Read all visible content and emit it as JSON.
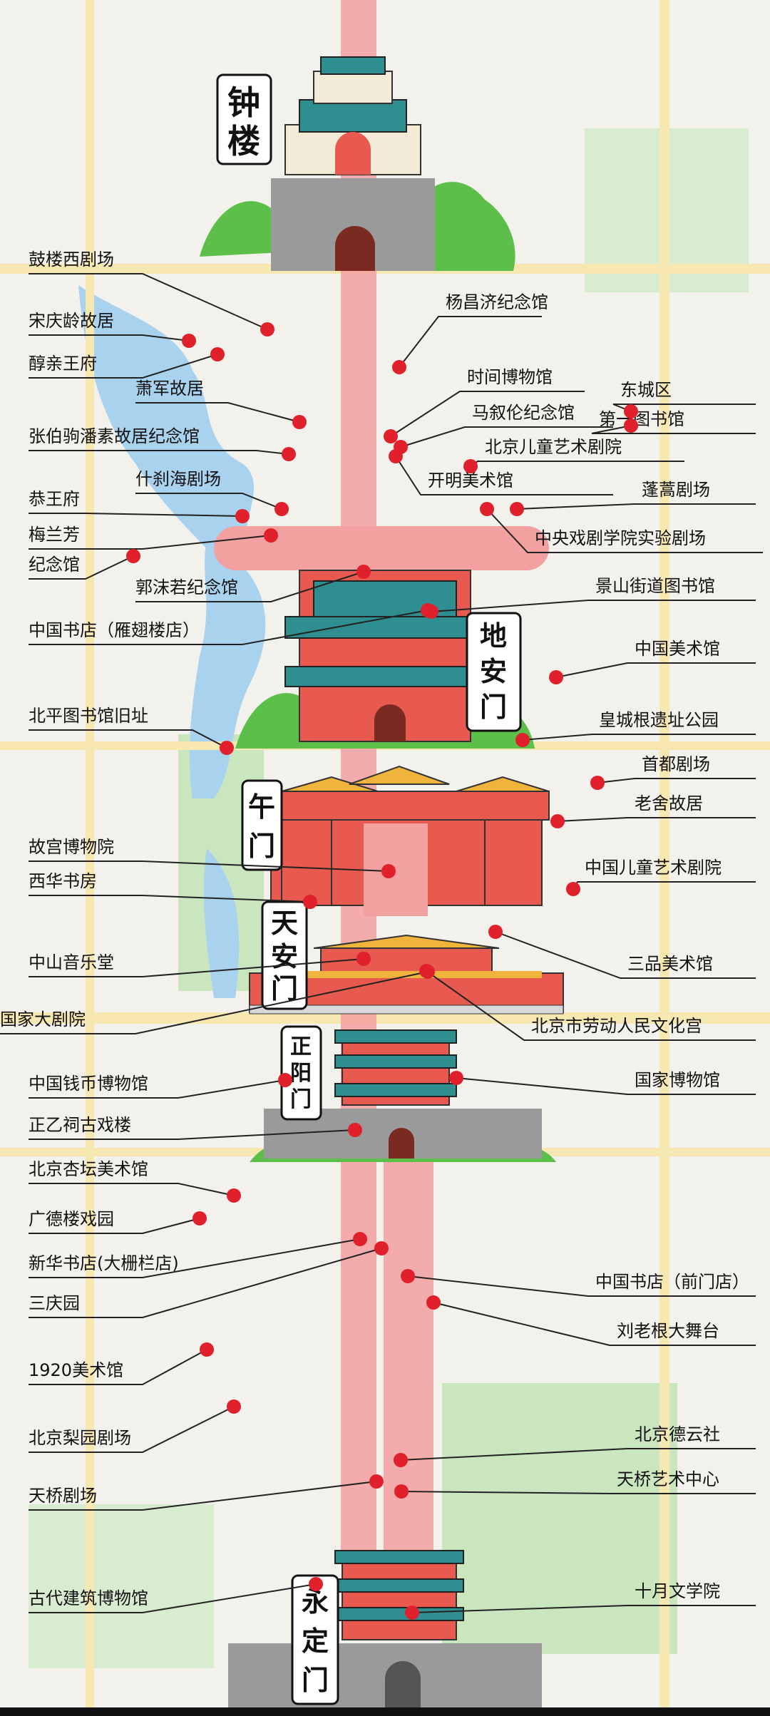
{
  "gates": [
    {
      "id": "zhonglou",
      "chars": [
        "钟",
        "楼"
      ]
    },
    {
      "id": "dianmen",
      "chars": [
        "地",
        "安",
        "门"
      ]
    },
    {
      "id": "wumen",
      "chars": [
        "午",
        "门"
      ]
    },
    {
      "id": "tiananmen",
      "chars": [
        "天",
        "安",
        "门"
      ]
    },
    {
      "id": "zhengyangmen",
      "chars": [
        "正",
        "阳",
        "门"
      ]
    },
    {
      "id": "yongdingmen",
      "chars": [
        "永",
        "定",
        "门"
      ]
    }
  ],
  "labels": [
    {
      "text": "鼓楼西剧场",
      "side": "left",
      "line": [
        "鼓楼西剧场"
      ]
    },
    {
      "text": "宋庆龄故居",
      "side": "left"
    },
    {
      "text": "醇亲王府",
      "side": "left"
    },
    {
      "text": "萧军故居",
      "side": "left"
    },
    {
      "text": "张伯驹潘素故居纪念馆",
      "side": "left"
    },
    {
      "text": "什刹海剧场",
      "side": "left"
    },
    {
      "text": "恭王府",
      "side": "left"
    },
    {
      "text": "梅兰芳",
      "side": "left"
    },
    {
      "text": "纪念馆",
      "side": "left"
    },
    {
      "text": "郭沫若纪念馆",
      "side": "left"
    },
    {
      "text": "中国书店（雁翅楼店）",
      "side": "left"
    },
    {
      "text": "北平图书馆旧址",
      "side": "left"
    },
    {
      "text": "故宫博物院",
      "side": "left"
    },
    {
      "text": "西华书房",
      "side": "left"
    },
    {
      "text": "中山音乐堂",
      "side": "left"
    },
    {
      "text": "国家大剧院",
      "side": "left"
    },
    {
      "text": "中国钱币博物馆",
      "side": "left"
    },
    {
      "text": "正乙祠古戏楼",
      "side": "left"
    },
    {
      "text": "北京杏坛美术馆",
      "side": "left"
    },
    {
      "text": "广德楼戏园",
      "side": "left"
    },
    {
      "text": "新华书店(大栅栏店)",
      "side": "left"
    },
    {
      "text": "三庆园",
      "side": "left"
    },
    {
      "text": "1920美术馆",
      "side": "left"
    },
    {
      "text": "北京梨园剧场",
      "side": "left"
    },
    {
      "text": "天桥剧场",
      "side": "left"
    },
    {
      "text": "古代建筑博物馆",
      "side": "left"
    },
    {
      "text": "杨昌济纪念馆",
      "side": "right"
    },
    {
      "text": "时间博物馆",
      "side": "right"
    },
    {
      "text": "马叙伦纪念馆",
      "side": "right"
    },
    {
      "text": "东城区",
      "side": "right"
    },
    {
      "text": "第一图书馆",
      "side": "right"
    },
    {
      "text": "北京儿童艺术剧院",
      "side": "right"
    },
    {
      "text": "开明美术馆",
      "side": "right"
    },
    {
      "text": "蓬蒿剧场",
      "side": "right"
    },
    {
      "text": "中央戏剧学院实验剧场",
      "side": "right"
    },
    {
      "text": "景山街道图书馆",
      "side": "right"
    },
    {
      "text": "中国美术馆",
      "side": "right"
    },
    {
      "text": "皇城根遗址公园",
      "side": "right"
    },
    {
      "text": "首都剧场",
      "side": "right"
    },
    {
      "text": "老舍故居",
      "side": "right"
    },
    {
      "text": "中国儿童艺术剧院",
      "side": "right"
    },
    {
      "text": "三品美术馆",
      "side": "right"
    },
    {
      "text": "北京市劳动人民文化宫",
      "side": "right"
    },
    {
      "text": "国家博物馆",
      "side": "right"
    },
    {
      "text": "中国书店（前门店）",
      "side": "right"
    },
    {
      "text": "刘老根大舞台",
      "side": "right"
    },
    {
      "text": "北京德云社",
      "side": "right"
    },
    {
      "text": "天桥艺术中心",
      "side": "right"
    },
    {
      "text": "十月文学院",
      "side": "right"
    }
  ],
  "colors": {
    "axis": "#f2a0a0",
    "dot": "#e0202a",
    "tree": "#5cbf4a",
    "wall": "#9a9a9a",
    "roof": "#2f8f90",
    "red": "#e85a4f",
    "gold": "#f0b33c",
    "map_bg": "#f3f1ec",
    "water": "#a9d2ef",
    "park": "#c9e6bf"
  }
}
